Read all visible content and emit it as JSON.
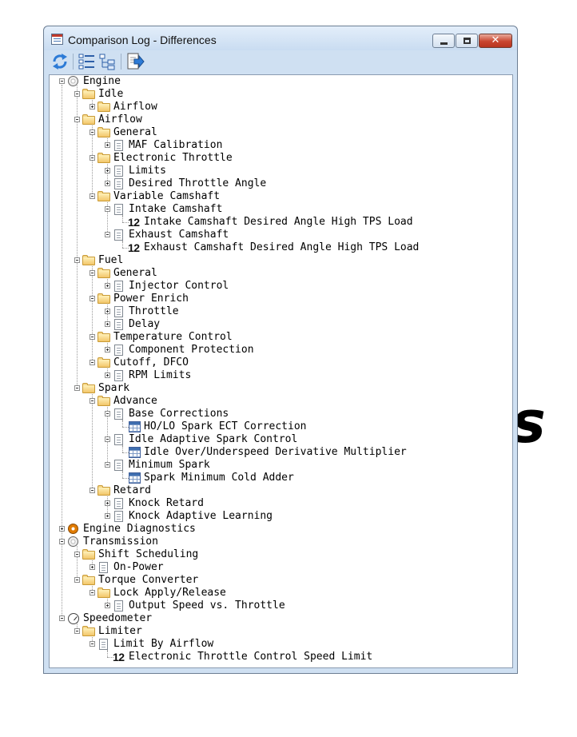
{
  "background_glyph": "s",
  "window": {
    "title": "Comparison Log - Differences",
    "close_symbol": "✕"
  },
  "toolbar": {
    "buttons": [
      {
        "name": "refresh-button",
        "icon": "refresh-icon"
      },
      {
        "name": "expand-all-button",
        "icon": "expand-tree-icon"
      },
      {
        "name": "collapse-all-button",
        "icon": "collapse-tree-icon"
      },
      {
        "name": "export-button",
        "icon": "export-icon"
      }
    ]
  },
  "tree": [
    {
      "label": "Engine",
      "depth": 0,
      "icon": "gear",
      "expander": "minus"
    },
    {
      "label": "Idle",
      "depth": 1,
      "icon": "folder",
      "expander": "minus"
    },
    {
      "label": "Airflow",
      "depth": 2,
      "icon": "folder",
      "expander": "plus"
    },
    {
      "label": "Airflow",
      "depth": 1,
      "icon": "folder",
      "expander": "minus"
    },
    {
      "label": "General",
      "depth": 2,
      "icon": "folder",
      "expander": "minus"
    },
    {
      "label": "MAF Calibration",
      "depth": 3,
      "icon": "doc",
      "expander": "plus"
    },
    {
      "label": "Electronic Throttle",
      "depth": 2,
      "icon": "folder",
      "expander": "minus"
    },
    {
      "label": "Limits",
      "depth": 3,
      "icon": "doc",
      "expander": "plus"
    },
    {
      "label": "Desired Throttle Angle",
      "depth": 3,
      "icon": "doc",
      "expander": "plus"
    },
    {
      "label": "Variable Camshaft",
      "depth": 2,
      "icon": "folder",
      "expander": "minus"
    },
    {
      "label": "Intake Camshaft",
      "depth": 3,
      "icon": "doc",
      "expander": "minus"
    },
    {
      "label": "Intake Camshaft Desired Angle High TPS Load",
      "depth": 4,
      "icon": "num",
      "expander": "none"
    },
    {
      "label": "Exhaust Camshaft",
      "depth": 3,
      "icon": "doc",
      "expander": "minus"
    },
    {
      "label": "Exhaust Camshaft Desired Angle High TPS Load",
      "depth": 4,
      "icon": "num",
      "expander": "none"
    },
    {
      "label": "Fuel",
      "depth": 1,
      "icon": "folder",
      "expander": "minus"
    },
    {
      "label": "General",
      "depth": 2,
      "icon": "folder",
      "expander": "minus"
    },
    {
      "label": "Injector Control",
      "depth": 3,
      "icon": "doc",
      "expander": "plus"
    },
    {
      "label": "Power Enrich",
      "depth": 2,
      "icon": "folder",
      "expander": "minus"
    },
    {
      "label": "Throttle",
      "depth": 3,
      "icon": "doc",
      "expander": "plus"
    },
    {
      "label": "Delay",
      "depth": 3,
      "icon": "doc",
      "expander": "plus"
    },
    {
      "label": "Temperature Control",
      "depth": 2,
      "icon": "folder",
      "expander": "minus"
    },
    {
      "label": "Component Protection",
      "depth": 3,
      "icon": "doc",
      "expander": "plus"
    },
    {
      "label": "Cutoff, DFCO",
      "depth": 2,
      "icon": "folder",
      "expander": "minus"
    },
    {
      "label": "RPM Limits",
      "depth": 3,
      "icon": "doc",
      "expander": "plus"
    },
    {
      "label": "Spark",
      "depth": 1,
      "icon": "folder",
      "expander": "minus"
    },
    {
      "label": "Advance",
      "depth": 2,
      "icon": "folder",
      "expander": "minus"
    },
    {
      "label": "Base Corrections",
      "depth": 3,
      "icon": "doc",
      "expander": "minus"
    },
    {
      "label": "HO/LO Spark ECT Correction",
      "depth": 4,
      "icon": "table",
      "expander": "none"
    },
    {
      "label": "Idle Adaptive Spark Control",
      "depth": 3,
      "icon": "doc",
      "expander": "minus"
    },
    {
      "label": "Idle Over/Underspeed Derivative Multiplier",
      "depth": 4,
      "icon": "table",
      "expander": "none"
    },
    {
      "label": "Minimum Spark",
      "depth": 3,
      "icon": "doc",
      "expander": "minus"
    },
    {
      "label": "Spark Minimum Cold Adder",
      "depth": 4,
      "icon": "table",
      "expander": "none"
    },
    {
      "label": "Retard",
      "depth": 2,
      "icon": "folder",
      "expander": "minus"
    },
    {
      "label": "Knock Retard",
      "depth": 3,
      "icon": "doc",
      "expander": "plus"
    },
    {
      "label": "Knock Adaptive Learning",
      "depth": 3,
      "icon": "doc",
      "expander": "plus"
    },
    {
      "label": "Engine Diagnostics",
      "depth": 0,
      "icon": "gear-orange",
      "expander": "plus"
    },
    {
      "label": "Transmission",
      "depth": 0,
      "icon": "gear",
      "expander": "minus"
    },
    {
      "label": "Shift Scheduling",
      "depth": 1,
      "icon": "folder",
      "expander": "minus"
    },
    {
      "label": "On-Power",
      "depth": 2,
      "icon": "doc",
      "expander": "plus"
    },
    {
      "label": "Torque Converter",
      "depth": 1,
      "icon": "folder",
      "expander": "minus"
    },
    {
      "label": "Lock Apply/Release",
      "depth": 2,
      "icon": "folder",
      "expander": "minus"
    },
    {
      "label": "Output Speed vs. Throttle",
      "depth": 3,
      "icon": "doc",
      "expander": "plus"
    },
    {
      "label": "Speedometer",
      "depth": 0,
      "icon": "gauge",
      "expander": "minus"
    },
    {
      "label": "Limiter",
      "depth": 1,
      "icon": "folder",
      "expander": "minus"
    },
    {
      "label": "Limit By Airflow",
      "depth": 2,
      "icon": "doc",
      "expander": "minus"
    },
    {
      "label": "Electronic Throttle Control Speed Limit",
      "depth": 3,
      "icon": "num",
      "expander": "none"
    }
  ],
  "icon_text": {
    "num": "12"
  }
}
